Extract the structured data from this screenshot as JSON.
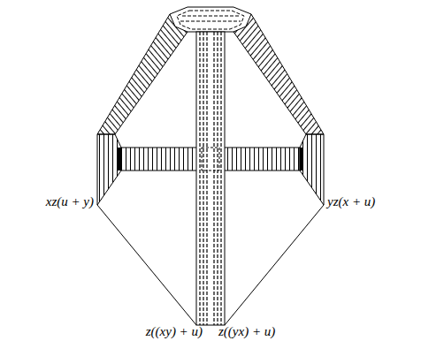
{
  "diagram": {
    "labels": [
      "xz(u + y)",
      "yz(x + u)",
      "z((xy) + u)",
      "z((yx) + u)"
    ]
  }
}
